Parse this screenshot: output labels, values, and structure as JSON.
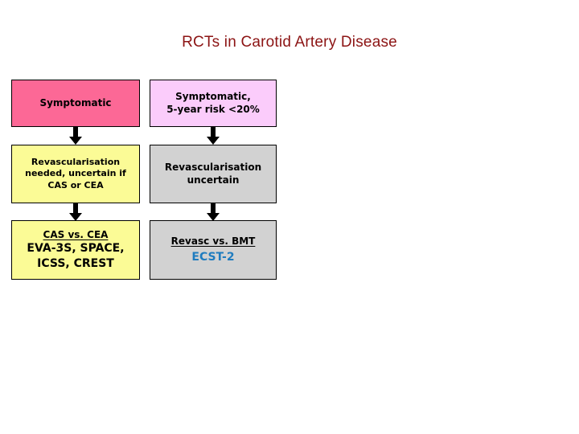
{
  "slide": {
    "title": "RCTs in Carotid Artery Disease",
    "title_color": "#8C1414",
    "background": "#FFFFFF"
  },
  "flowchart": {
    "columns": [
      {
        "name": "symptomatic-all",
        "nodes": [
          {
            "id": "node-sym-all",
            "fill": "#FC6896",
            "lines": [
              "Symptomatic"
            ]
          },
          {
            "id": "node-revasc-needed",
            "fill": "#FBFB96",
            "lines": [
              "Revascularisation",
              "needed, uncertain if",
              "CAS or CEA"
            ]
          },
          {
            "id": "node-cas-vs-cea",
            "fill": "#FBFB96",
            "heading": "CAS vs. CEA",
            "lines": [
              "EVA-3S, SPACE,",
              "ICSS, CREST"
            ]
          }
        ]
      },
      {
        "name": "symptomatic-low-risk",
        "nodes": [
          {
            "id": "node-sym-low-risk",
            "fill": "#FBCCFB",
            "lines": [
              "Symptomatic,",
              "5-year risk <20%"
            ]
          },
          {
            "id": "node-revasc-uncertain",
            "fill": "#D2D2D2",
            "lines": [
              "Revascularisation",
              "uncertain"
            ]
          },
          {
            "id": "node-revasc-vs-bmt",
            "fill": "#D2D2D2",
            "heading": "Revasc vs. BMT",
            "trial": "ECST-2",
            "trial_color": "#1F7CBF"
          }
        ]
      }
    ],
    "connectors": [
      {
        "name": "arrow-left-top",
        "symbol": "down-arrow"
      },
      {
        "name": "arrow-left-bottom",
        "symbol": "down-arrow"
      },
      {
        "name": "arrow-right-top",
        "symbol": "down-arrow"
      },
      {
        "name": "arrow-right-bottom",
        "symbol": "down-arrow"
      }
    ]
  }
}
